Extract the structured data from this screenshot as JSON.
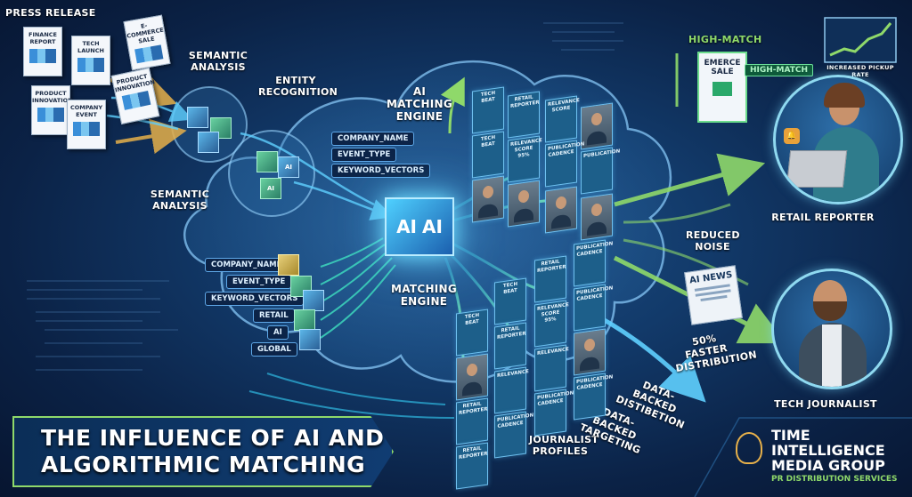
{
  "title": {
    "line1": "THE INFLUENCE OF AI AND",
    "line2": "ALGORITHMIC MATCHING"
  },
  "press_release": {
    "heading": "PRESS RELEASE",
    "docs": [
      "FINANCE REPORT",
      "TECH LAUNCH",
      "E-COMMERCE SALE",
      "PRODUCT INNOVATION",
      "PRODUCT INNOVATION",
      "COMPANY EVENT"
    ]
  },
  "stages": {
    "semantic_top": "SEMANTIC ANALYSIS",
    "entity": "ENTITY RECOGNITION",
    "semantic_mid": "SEMANTIC ANALYSIS",
    "ai_matching_engine": "AI MATCHING ENGINE",
    "matching_engine": "MATCHING ENGINE",
    "journalist_profiles": "JOURNALIST PROFILES",
    "reduced_noise": "REDUCED NOISE",
    "faster": "50% FASTER DISTRIBUTION",
    "data_backed_distribution": "DATA-BACKED DISTIBETION",
    "data_backed_targeting": "DATA-BACKED TARGETING"
  },
  "engine_cube": {
    "left": "AI",
    "right": "AI"
  },
  "upper_tags": [
    "COMPANY_NAME",
    "EVENT_TYPE",
    "KEYWORD_VECTORS"
  ],
  "lower_tags": [
    "COMPANY_NAME",
    "EVENT_TYPE",
    "KEYWORD_VECTORS",
    "RETAIL",
    "AI",
    "GLOBAL"
  ],
  "cube_labels": [
    "AI",
    "AI"
  ],
  "profile_cards": {
    "upper": [
      "TECH BEAT",
      "RETAIL REPORTER",
      "RELEVANCE SCORE",
      "",
      "TECH BEAT",
      "RELEVANCE SCORE 95%",
      "PUBLICATION CADENCE",
      "PUBLICATION",
      "",
      "",
      "",
      ""
    ],
    "lower": [
      "TECH BEAT",
      "TECH BEAT",
      "RETAIL REPORTER",
      "PUBLICATION CADENCE",
      "",
      "RETAIL REPORTER",
      "RELEVANCE SCORE 95%",
      "PUBLICATION CADENCE",
      "RETAIL REPORTER",
      "RELEVANCE",
      "RELEVANCE",
      "",
      "RETAIL REPORTER",
      "PUBLICATION CADENCE",
      "PUBLICATION CADENCE",
      "PUBLICATION CADENCE"
    ]
  },
  "outputs": {
    "high_match_top": "HIGH-MATCH",
    "high_match_badge": "HIGH-MATCH",
    "sale_card": {
      "line1": "EMERCE",
      "line2": "SALE"
    },
    "pickup_label": "INCREASED PICKUP RATE",
    "retail_reporter": "RETAIL REPORTER",
    "news_card": "AI NEWS",
    "tech_journalist": "TECH JOURNALIST"
  },
  "logo": {
    "line1": "TIME",
    "line2": "INTELLIGENCE",
    "line3": "MEDIA GROUP",
    "line4": "PR DISTRIBUTION SERVICES"
  },
  "colors": {
    "accent_green": "#8fd96a",
    "accent_cyan": "#5fd0ff",
    "bg_dark": "#0a1a33"
  }
}
